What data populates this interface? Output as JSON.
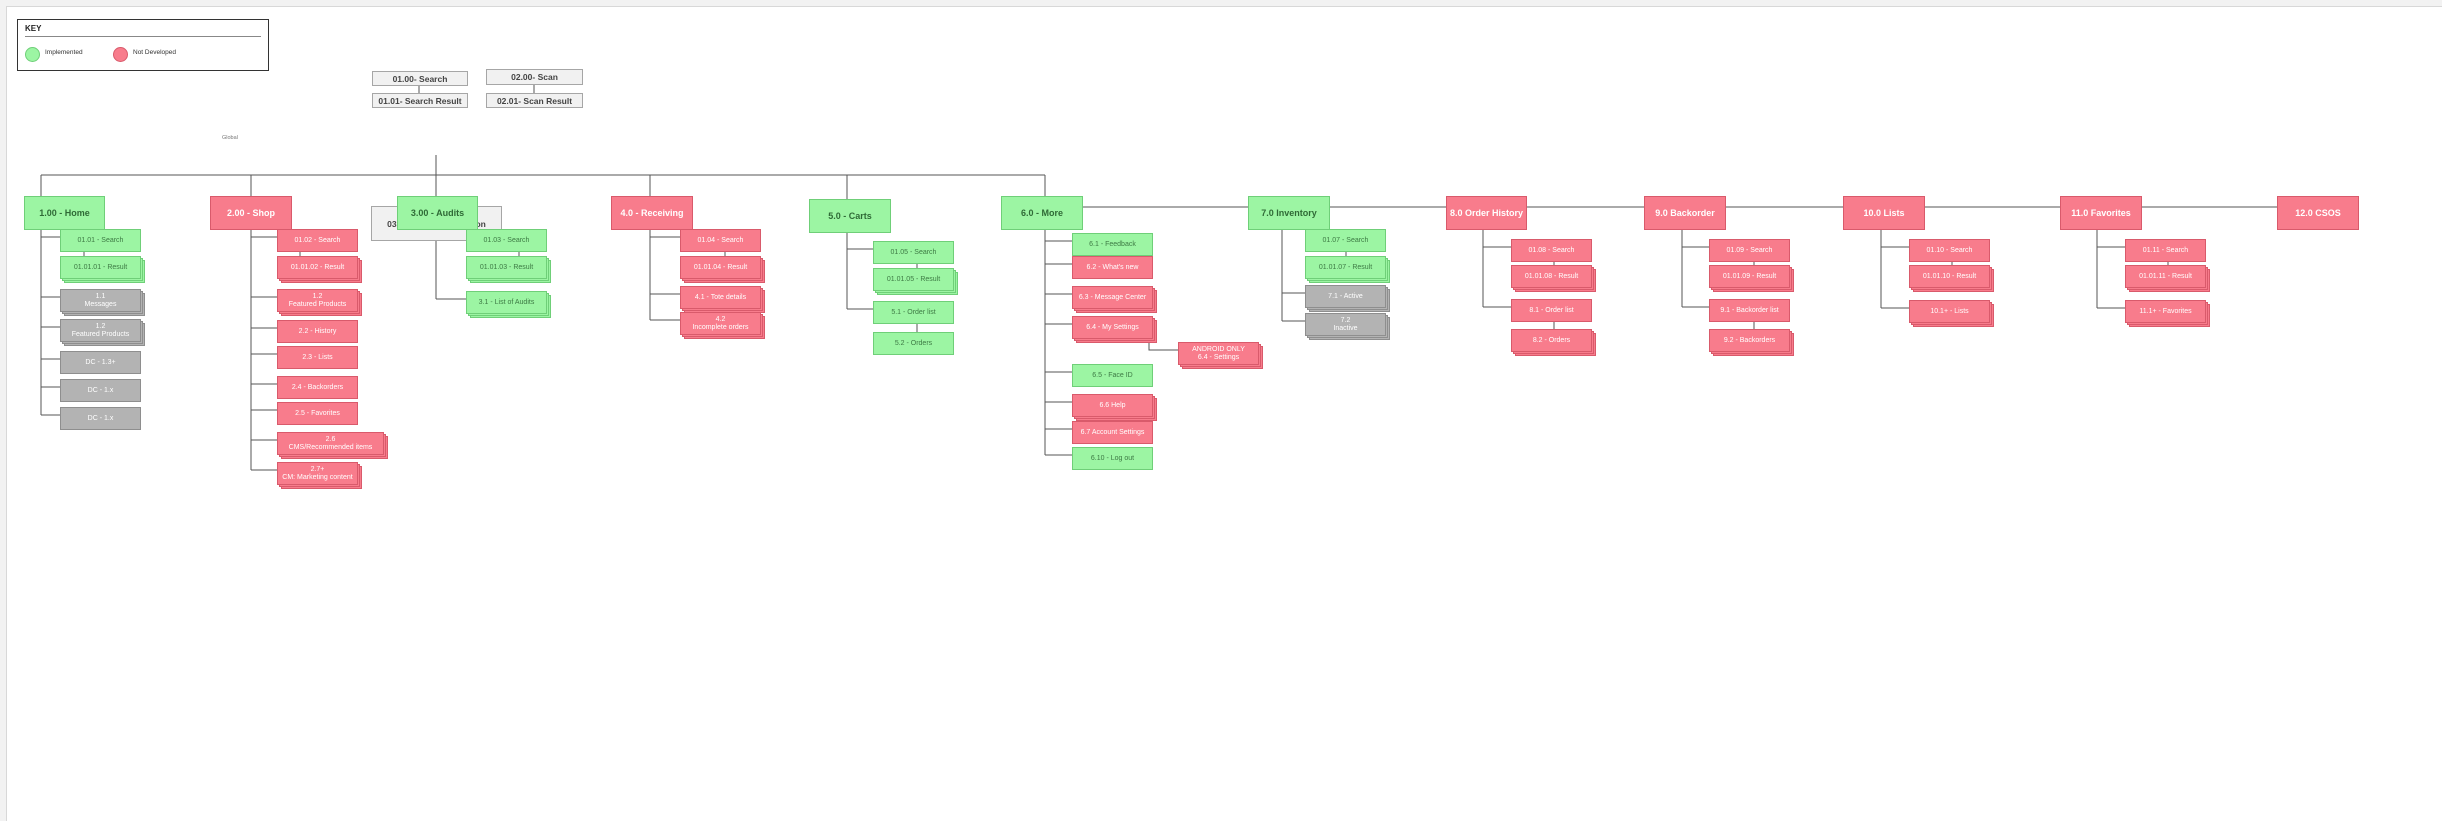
{
  "key": {
    "title": "KEY",
    "implemented_label": "Implemented",
    "not_developed_label": "Not Developed",
    "implemented_color": "#9cf5a3",
    "not_developed_color": "#f87c8c",
    "inactive_color": "#b3b3b3"
  },
  "scan_label": "Global",
  "top": {
    "search": "01.00- Search",
    "search_result": "01.01- Search Result",
    "scan": "02.00- Scan",
    "scan_result": "02.01- Scan Result",
    "footer": "03.00- Footer Navigation"
  },
  "sections": {
    "home": "1.00 - Home",
    "shop": "2.00 - Shop",
    "audits": "3.00 - Audits",
    "receiving": "4.0 - Receiving",
    "carts": "5.0 - Carts",
    "more": "6.0 - More",
    "inventory": "7.0 Inventory",
    "order_history": "8.0 Order History",
    "backorder": "9.0 Backorder",
    "lists": "10.0 Lists",
    "favorites": "11.0 Favorites",
    "csos": "12.0 CSOS"
  },
  "nodes": {
    "home_search": "01.01 - Search",
    "home_result": "01.01.01 - Result",
    "home_messages": "1.1\nMessages",
    "home_featured": "1.2\nFeatured Products",
    "home_dc1": "DC - 1.3+",
    "home_dc2": "DC - 1.x",
    "home_dc3": "DC - 1.x",
    "shop_search": "01.02 - Search",
    "shop_result": "01.01.02 - Result",
    "shop_featured": "1.2\nFeatured Products",
    "shop_history": "2.2 - History",
    "shop_lists": "2.3 - Lists",
    "shop_backorders": "2.4 - Backorders",
    "shop_favorites": "2.5 - Favorites",
    "shop_recommended": "2.6\nCMS/Recommended items",
    "shop_marketing": "2.7+\nCM: Marketing content",
    "audits_search": "01.03 - Search",
    "audits_result": "01.01.03 - Result",
    "audits_list": "3.1 - List of Audits",
    "recv_search": "01.04 - Search",
    "recv_result": "01.01.04 - Result",
    "recv_tote": "4.1 - Tote details",
    "recv_incomplete": "4.2\nIncomplete orders",
    "carts_search": "01.05 - Search",
    "carts_result": "01.01.05 - Result",
    "carts_orderlist": "5.1 - Order list",
    "carts_orders": "5.2 - Orders",
    "more_feedback": "6.1 - Feedback",
    "more_whatsnew": "6.2 - What's new",
    "more_message": "6.3 - Message Center",
    "more_settings": "6.4 - My Settings",
    "more_android": "ANDROID ONLY\n6.4 - Settings",
    "more_faceid": "6.5 - Face ID",
    "more_help": "6.6 Help",
    "more_account": "6.7 Account Settings",
    "more_logout": "6.10 - Log out",
    "inv_search": "01.07 - Search",
    "inv_result": "01.01.07 - Result",
    "inv_active": "7.1 - Active",
    "inv_inactive": "7.2\nInactive",
    "oh_search": "01.08 - Search",
    "oh_result": "01.01.08 - Result",
    "oh_orderlist": "8.1 - Order list",
    "oh_orders": "8.2 - Orders",
    "bo_search": "01.09 - Search",
    "bo_result": "01.01.09 - Result",
    "bo_list": "9.1 - Backorder list",
    "bo_backorders": "9.2 - Backorders",
    "lists_search": "01.10 - Search",
    "lists_result": "01.01.10 - Result",
    "lists_lists": "10.1+ - Lists",
    "fav_search": "01.11 - Search",
    "fav_result": "01.01.11 - Result",
    "fav_favorites": "11.1+ - Favorites"
  }
}
